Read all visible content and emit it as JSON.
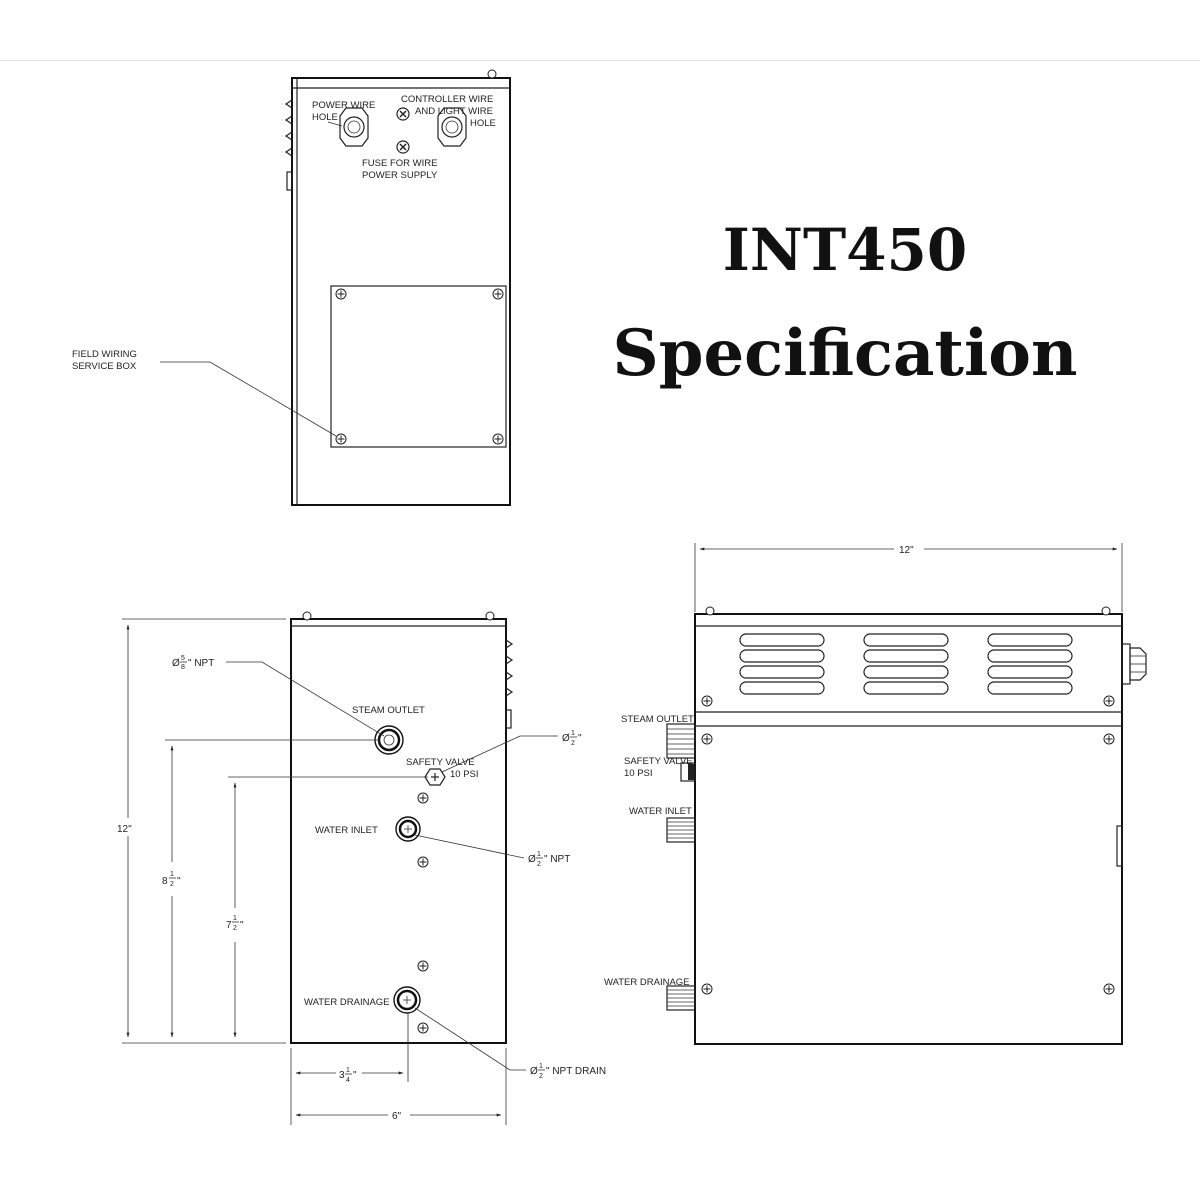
{
  "title": {
    "line1": "INT450",
    "line2": "Specification"
  },
  "top_view": {
    "power_wire_hole_1": "POWER WIRE",
    "power_wire_hole_2": "HOLE",
    "controller_wire_1": "CONTROLLER WIRE",
    "controller_wire_2": "AND LIGHT WIRE",
    "controller_wire_3": "HOLE",
    "fuse_1": "FUSE FOR WIRE",
    "fuse_2": "POWER SUPPLY",
    "field_wiring_1": "FIELD WIRING",
    "field_wiring_2": "SERVICE BOX"
  },
  "front_view": {
    "npt_5_8": "\" NPT",
    "steam_outlet": "STEAM OUTLET",
    "safety_valve": "SAFETY VALVE",
    "psi": "10 PSI",
    "dia_half_mark": "\"",
    "water_inlet": "WATER INLET",
    "npt_half": "\" NPT",
    "water_drainage": "WATER DRAINAGE",
    "npt_drain": "\" NPT DRAIN",
    "height_12": "12\"",
    "height_8": "8",
    "height_7": "7",
    "width_3": "3",
    "width_6": "6\""
  },
  "side_view": {
    "width_12": "12\"",
    "steam_outlet": "STEAM OUTLET",
    "safety_valve": "SAFETY VALVE",
    "psi": "10 PSI",
    "water_inlet": "WATER INLET",
    "water_drainage": "WATER DRAINAGE"
  }
}
